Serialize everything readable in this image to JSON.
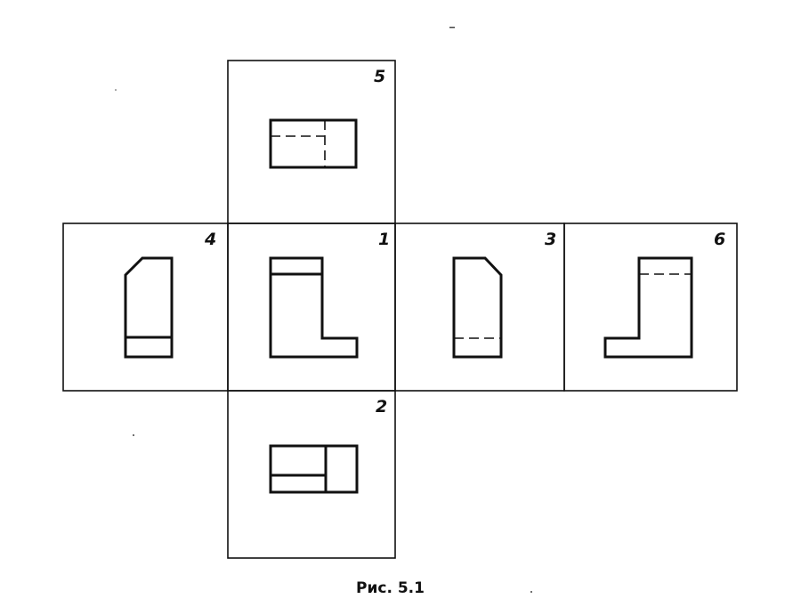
{
  "views": [
    {
      "id": "view-5",
      "number": "5"
    },
    {
      "id": "view-4",
      "number": "4"
    },
    {
      "id": "view-1",
      "number": "1"
    },
    {
      "id": "view-3",
      "number": "3"
    },
    {
      "id": "view-6",
      "number": "6"
    },
    {
      "id": "view-2",
      "number": "2"
    }
  ],
  "caption": "Рис. 5.1"
}
